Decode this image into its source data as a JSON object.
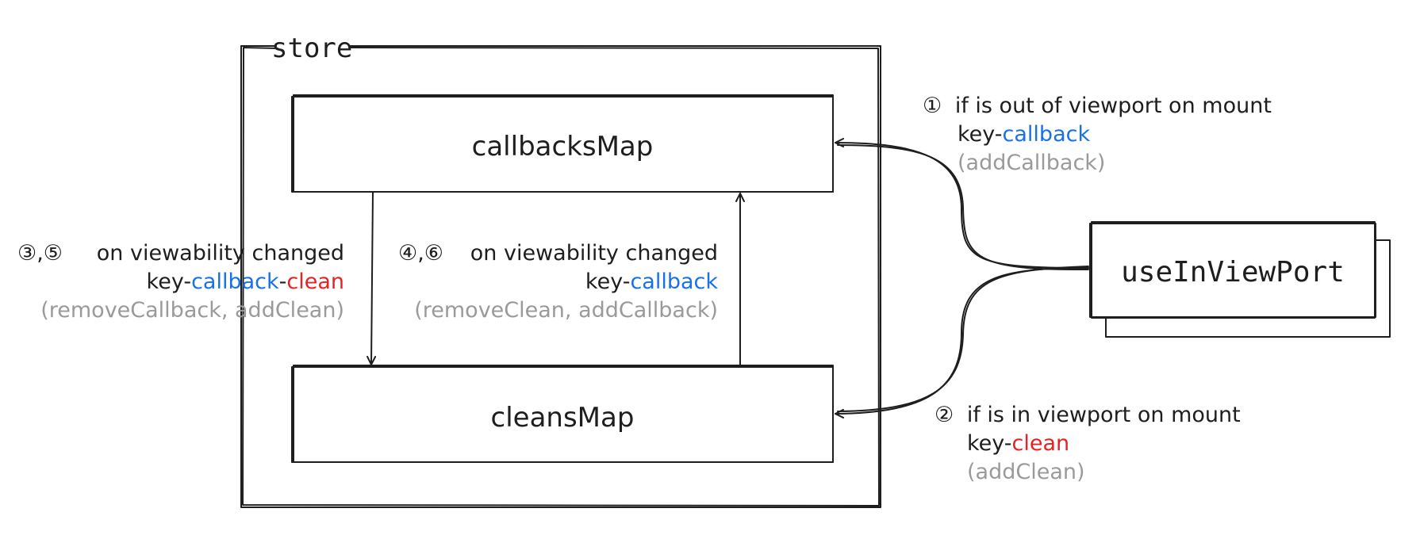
{
  "store": {
    "title": "store"
  },
  "callbacks_map": {
    "label": "callbacksMap"
  },
  "cleans_map": {
    "label": "cleansMap"
  },
  "hook": {
    "label": "useInViewPort"
  },
  "colors": {
    "callback": "#1971e8",
    "clean": "#e82222",
    "muted": "#9a9a9a",
    "ink": "#1e1e1e"
  },
  "annotations": {
    "step1": {
      "marker": "①",
      "title": "if is out of viewport on mount",
      "key": "key-",
      "value": "callback",
      "method": "(addCallback)"
    },
    "step2": {
      "marker": "②",
      "title": "if is in viewport on mount",
      "key": "key-",
      "value": "clean",
      "method": "(addClean)"
    },
    "step35": {
      "marker": "③,⑤",
      "title": "on viewability changed",
      "key": "key-",
      "value_a": "callback",
      "sep": "-",
      "value_b": "clean",
      "method": "(removeCallback, addClean)"
    },
    "step46": {
      "marker": "④,⑥",
      "title": "on viewability changed",
      "key": "key-",
      "value": "callback",
      "method": "(removeClean, addCallback)"
    }
  }
}
